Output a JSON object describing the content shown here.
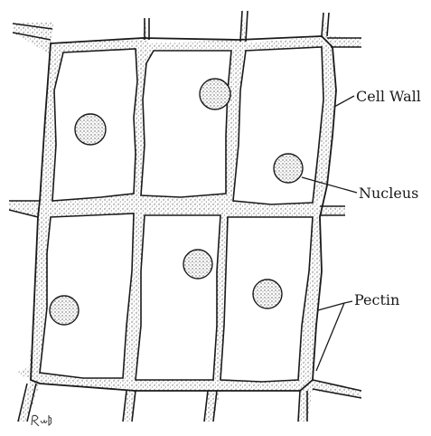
{
  "labels": {
    "cell_wall": "Cell Wall",
    "nucleus": "Nucleus",
    "pectin": "Pectin"
  },
  "signature": "RvB",
  "colors": {
    "ink": "#1a1a1a",
    "stipple": "#6b6b6b",
    "background": "#ffffff"
  }
}
